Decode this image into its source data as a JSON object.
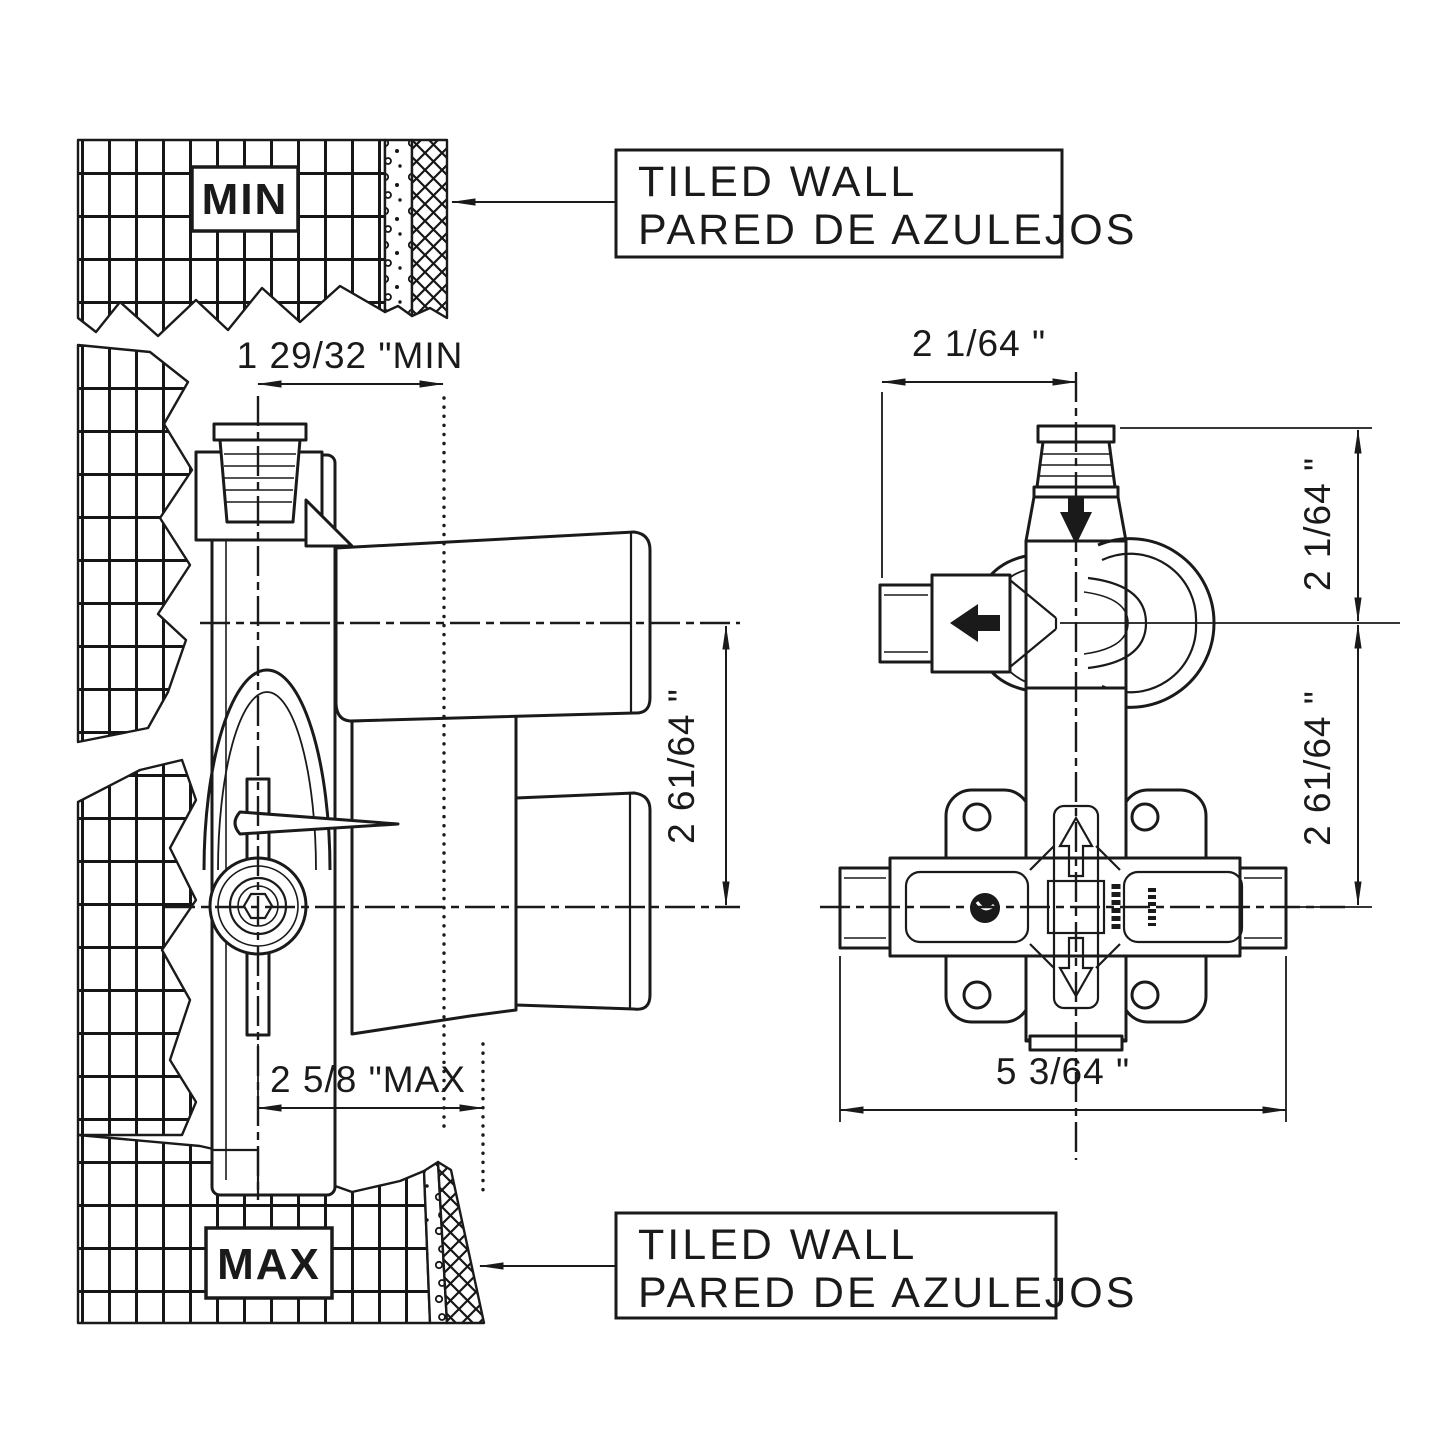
{
  "labels": {
    "min": "MIN",
    "max": "MAX"
  },
  "callout_top": {
    "line1": "TILED WALL",
    "line2": "PARED DE AZULEJOS"
  },
  "callout_bottom": {
    "line1": "TILED WALL",
    "line2": "PARED DE AZULEJOS"
  },
  "dimensions": {
    "side_min_depth": "1 29/32 \"MIN",
    "side_max_depth": "2 5/8 \"MAX",
    "side_port_offset": "2 61/64 \"",
    "front_top_width": "2 1/64 \"",
    "front_upper_height": "2 1/64 \"",
    "front_lower_height": "2 61/64 \"",
    "front_total_width": "5 3/64 \""
  },
  "colors": {
    "line": "#1a1a1a",
    "background": "#ffffff"
  }
}
